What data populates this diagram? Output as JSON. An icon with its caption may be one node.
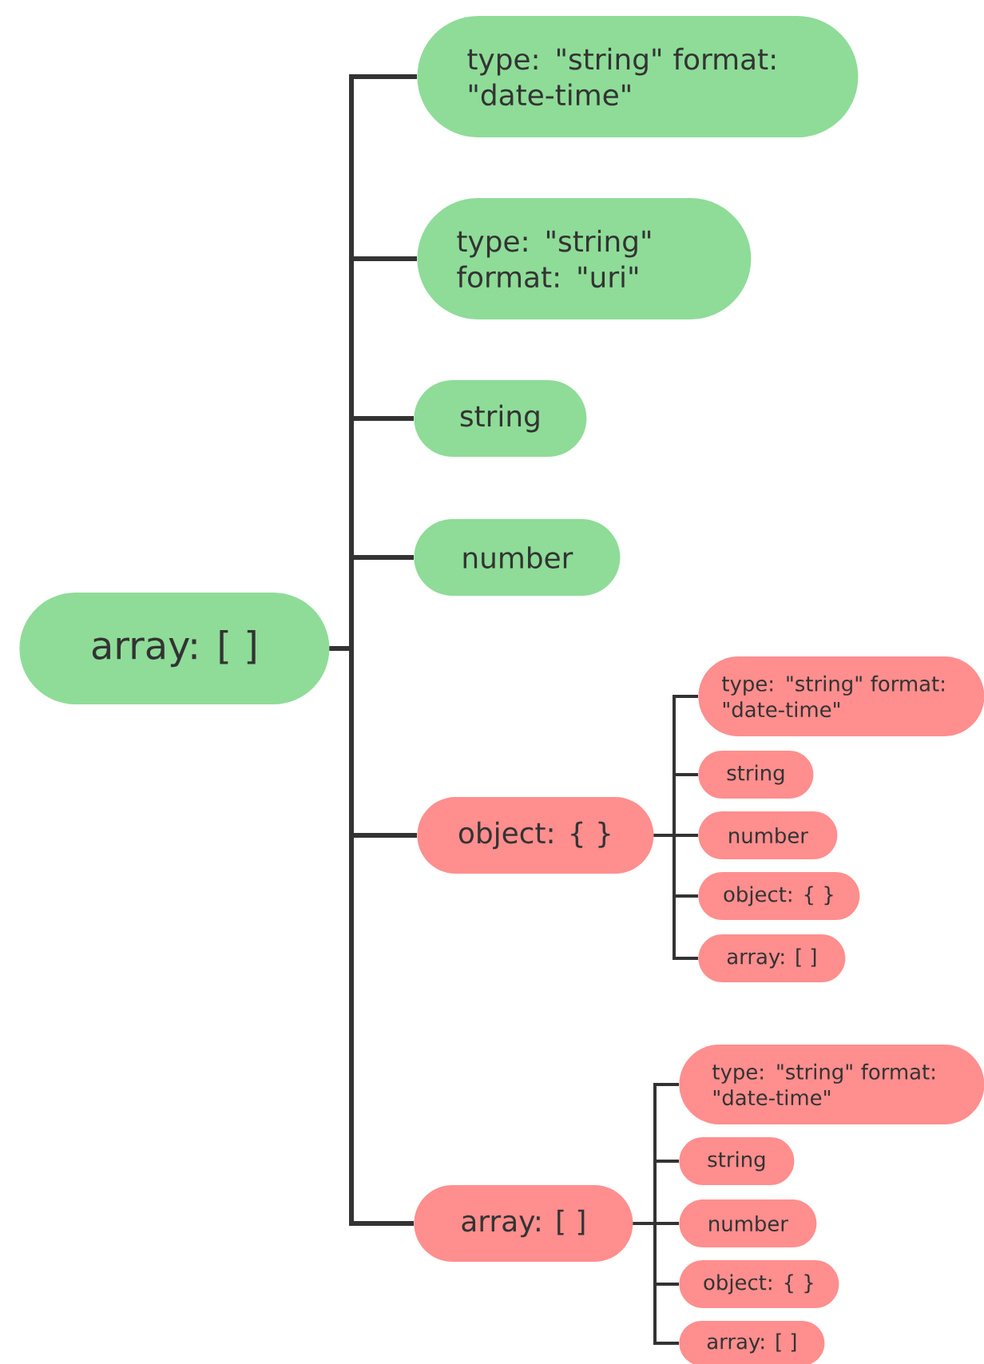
{
  "diagram": {
    "nodes": [
      {
        "text": [
          "array: [ ]"
        ]
      },
      {
        "text": [
          "type: \"string\" format: \"date-time\""
        ]
      },
      {
        "text": [
          "type: \"string\" format: \"uri\""
        ]
      },
      {
        "text": [
          "string"
        ]
      },
      {
        "text": [
          "number"
        ]
      },
      {
        "text": [
          "object: { }"
        ]
      },
      {
        "text": [
          "array: [ ]"
        ]
      },
      {
        "text": [
          "type: \"string\" format: \"date-time\""
        ]
      },
      {
        "text": [
          "string"
        ]
      },
      {
        "text": [
          "number"
        ]
      },
      {
        "text": [
          "object: { }"
        ]
      },
      {
        "text": [
          "array: [ ]"
        ]
      },
      {
        "text": [
          "type: \"string\" format: \"date-time\""
        ]
      },
      {
        "text": [
          "string"
        ]
      },
      {
        "text": [
          "number"
        ]
      },
      {
        "text": [
          "object: { }"
        ]
      },
      {
        "text": [
          "array: [ ]"
        ]
      }
    ],
    "edges": [
      {
        "from": 0,
        "to": 1,
        "arrow": "none"
      },
      {
        "from": 0,
        "to": 2,
        "arrow": "none"
      },
      {
        "from": 0,
        "to": 3,
        "arrow": "none"
      },
      {
        "from": 0,
        "to": 4,
        "arrow": "none"
      },
      {
        "from": 0,
        "to": 5,
        "arrow": "none"
      },
      {
        "from": 0,
        "to": 6,
        "arrow": "none"
      },
      {
        "from": 5,
        "to": 7,
        "arrow": "none"
      },
      {
        "from": 5,
        "to": 8,
        "arrow": "none"
      },
      {
        "from": 5,
        "to": 9,
        "arrow": "none"
      },
      {
        "from": 5,
        "to": 10,
        "arrow": "none"
      },
      {
        "from": 5,
        "to": 11,
        "arrow": "none"
      },
      {
        "from": 6,
        "to": 12,
        "arrow": "none"
      },
      {
        "from": 6,
        "to": 13,
        "arrow": "none"
      },
      {
        "from": 6,
        "to": 14,
        "arrow": "none"
      },
      {
        "from": 6,
        "to": 15,
        "arrow": "none"
      },
      {
        "from": 6,
        "to": 16,
        "arrow": "none"
      }
    ]
  }
}
